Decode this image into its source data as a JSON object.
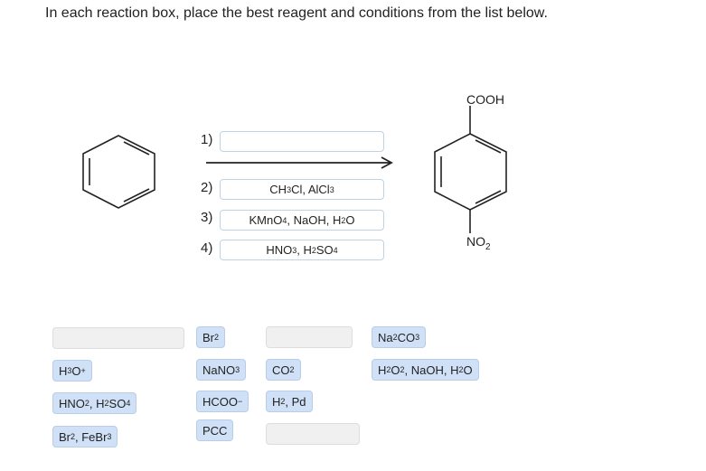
{
  "instruction": "In each reaction box, place the best reagent and conditions from the list below.",
  "product_labels": {
    "top": "COOH",
    "bottom": "NO2"
  },
  "steps": [
    {
      "num": "1)",
      "answer": ""
    },
    {
      "num": "2)",
      "answer": "CH3Cl, AlCl3"
    },
    {
      "num": "3)",
      "answer": "KMnO4, NaOH, H2O"
    },
    {
      "num": "4)",
      "answer": "HNO3, H2SO4"
    }
  ],
  "bank": {
    "col1": [
      "",
      "H3O+",
      "HNO2, H2SO4",
      "Br2, FeBr3"
    ],
    "col2": [
      "Br2",
      "NaNO3",
      "HCOO−",
      "PCC"
    ],
    "col3": [
      "",
      "CO2",
      "H2, Pd",
      ""
    ],
    "col4": [
      "Na2CO3",
      "H2O2, NaOH, H2O"
    ]
  }
}
